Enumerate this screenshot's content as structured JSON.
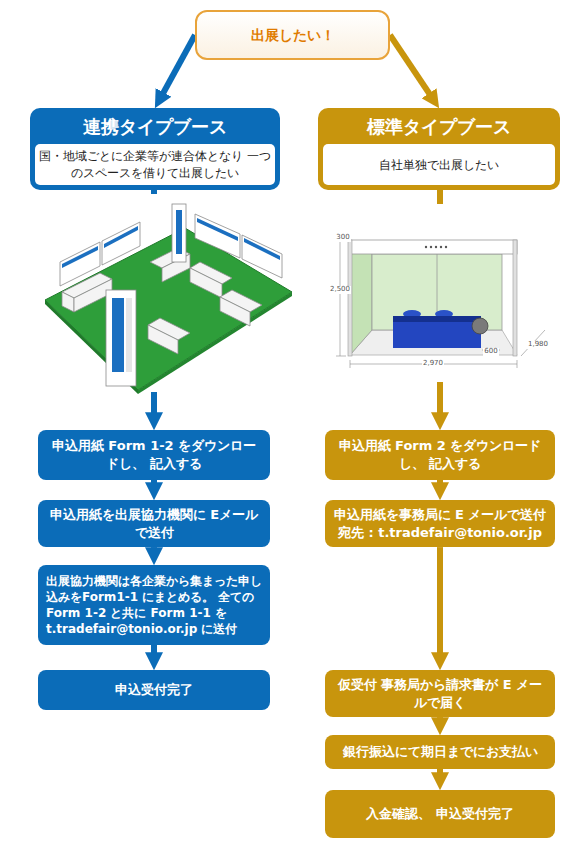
{
  "diagram": {
    "nodes": [
      {
        "text": [
          "出展したい！"
        ]
      },
      {
        "text": [
          "連携タイプブース",
          "国・地域ごとに企業等が連合体となり 一つのスペースを借りて出展したい"
        ]
      },
      {
        "text": [
          "標準タイプブース",
          "自社単独で出展したい"
        ]
      },
      {
        "text": [
          "申込用紙 Form 1-2 をダウンロードし、 記入する"
        ]
      },
      {
        "text": [
          "申込用紙を出展協力機関に Eメールで送付"
        ]
      },
      {
        "text": [
          "出展協力機関は各企業から集まった申し込みをForm1-1 にまとめる。 全ての Form 1-2 と共に Form 1-1 を t.tradefair@tonio.or.jp に送付"
        ]
      },
      {
        "text": [
          "申込受付完了"
        ]
      },
      {
        "text": [
          "申込用紙 Form 2 をダウンロードし、 記入する"
        ]
      },
      {
        "text": [
          "申込用紙を事務局に E メールで送付 宛先 : t.tradefair@tonio.or.jp"
        ]
      },
      {
        "text": [
          "仮受付 事務局から請求書が E メールで届く"
        ]
      },
      {
        "text": [
          "銀行振込にて期日までにお支払い"
        ]
      },
      {
        "text": [
          "入金確認、 申込受付完了"
        ]
      }
    ],
    "edges": [
      {
        "from": 0,
        "to": 1,
        "arrow": "to"
      },
      {
        "from": 0,
        "to": 2,
        "arrow": "to"
      },
      {
        "from": 1,
        "to": 3,
        "arrow": "to"
      },
      {
        "from": 3,
        "to": 4,
        "arrow": "to"
      },
      {
        "from": 4,
        "to": 5,
        "arrow": "to"
      },
      {
        "from": 5,
        "to": 6,
        "arrow": "to"
      },
      {
        "from": 2,
        "to": 7,
        "arrow": "to"
      },
      {
        "from": 7,
        "to": 8,
        "arrow": "to"
      },
      {
        "from": 8,
        "to": 9,
        "arrow": "to"
      },
      {
        "from": 9,
        "to": 10,
        "arrow": "to"
      },
      {
        "from": 10,
        "to": 11,
        "arrow": "to"
      }
    ],
    "labels": [
      "300",
      "2,500",
      "600",
      "2,970",
      "1,980"
    ]
  }
}
